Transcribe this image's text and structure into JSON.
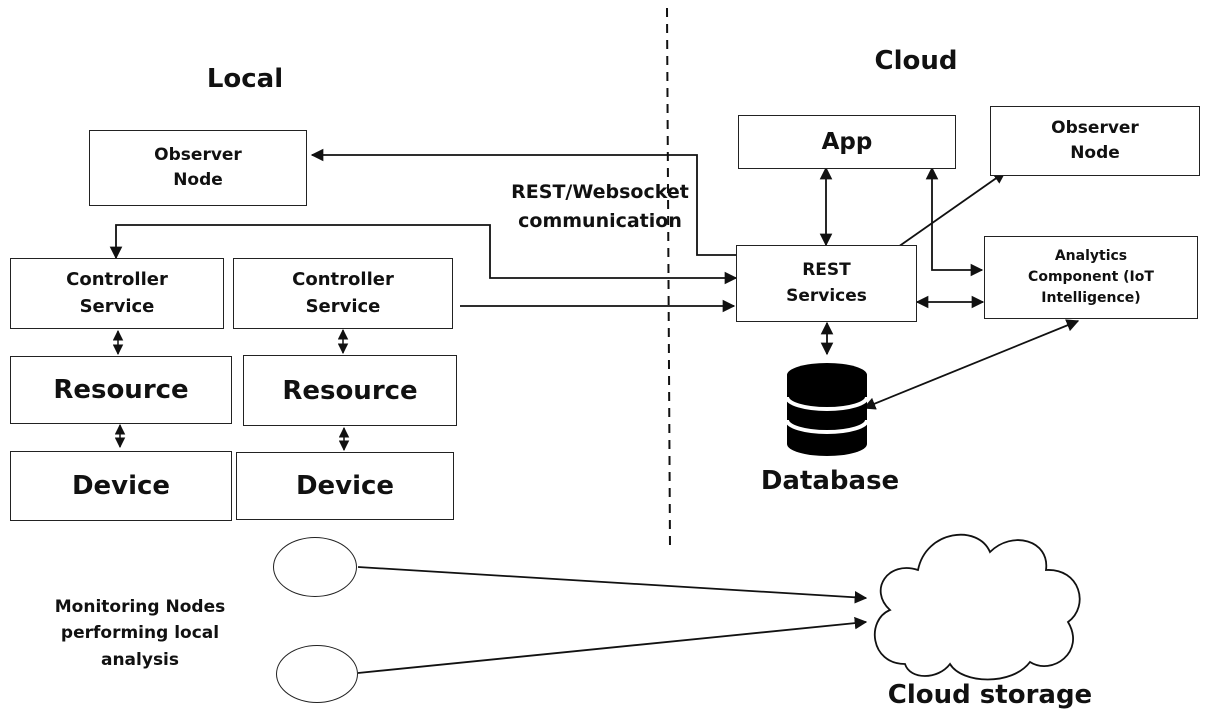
{
  "headings": {
    "local": "Local",
    "cloud": "Cloud"
  },
  "local": {
    "observer_node": "Observer\nNode",
    "controller_1": "Controller\nService",
    "controller_2": "Controller\nService",
    "resource_1": "Resource",
    "resource_2": "Resource",
    "device_1": "Device",
    "device_2": "Device"
  },
  "communication_label": "REST/Websocket\ncommunication",
  "cloud": {
    "app": "App",
    "observer_node": "Observer\nNode",
    "rest_services": "REST\nServices",
    "analytics": "Analytics\nComponent (IoT\nIntelligence)",
    "database": "Database"
  },
  "monitoring_label": "Monitoring Nodes\nperforming local\nanalysis",
  "cloud_storage": "Cloud storage"
}
